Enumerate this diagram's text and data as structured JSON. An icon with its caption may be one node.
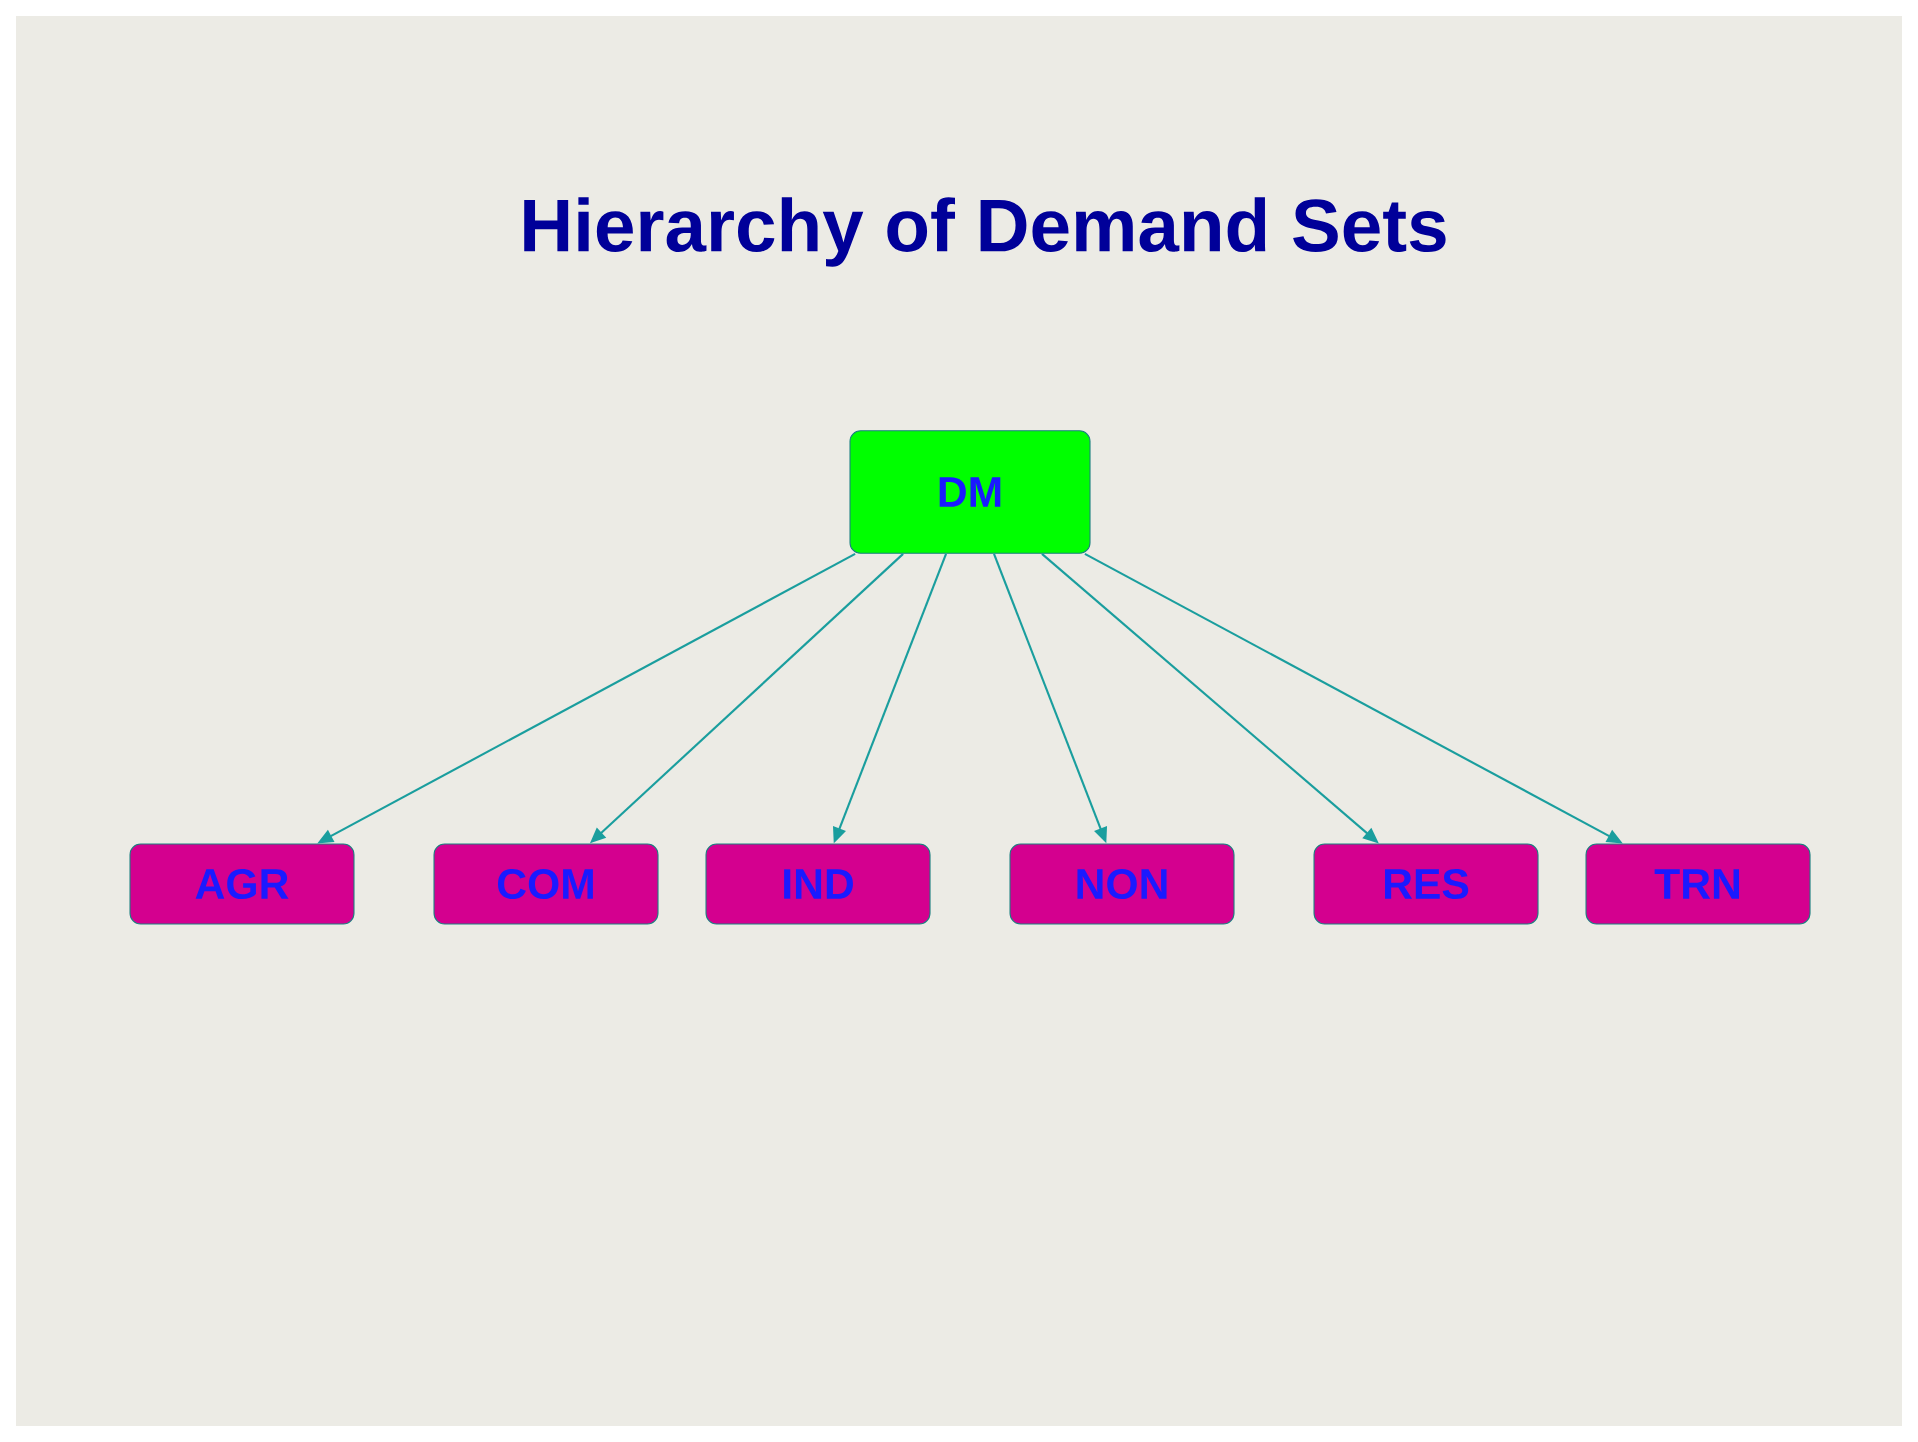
{
  "diagram": {
    "title": "Hierarchy of Demand Sets",
    "nodes": [
      {
        "text": [
          "DM"
        ]
      },
      {
        "text": [
          "AGR"
        ]
      },
      {
        "text": [
          "COM"
        ]
      },
      {
        "text": [
          "IND"
        ]
      },
      {
        "text": [
          "NON"
        ]
      },
      {
        "text": [
          "RES"
        ]
      },
      {
        "text": [
          "TRN"
        ]
      }
    ],
    "edges": [
      {
        "from": 0,
        "to": 1,
        "arrow": "to"
      },
      {
        "from": 0,
        "to": 2,
        "arrow": "to"
      },
      {
        "from": 0,
        "to": 3,
        "arrow": "to"
      },
      {
        "from": 0,
        "to": 4,
        "arrow": "to"
      },
      {
        "from": 0,
        "to": 5,
        "arrow": "to"
      },
      {
        "from": 0,
        "to": 6,
        "arrow": "to"
      }
    ]
  }
}
